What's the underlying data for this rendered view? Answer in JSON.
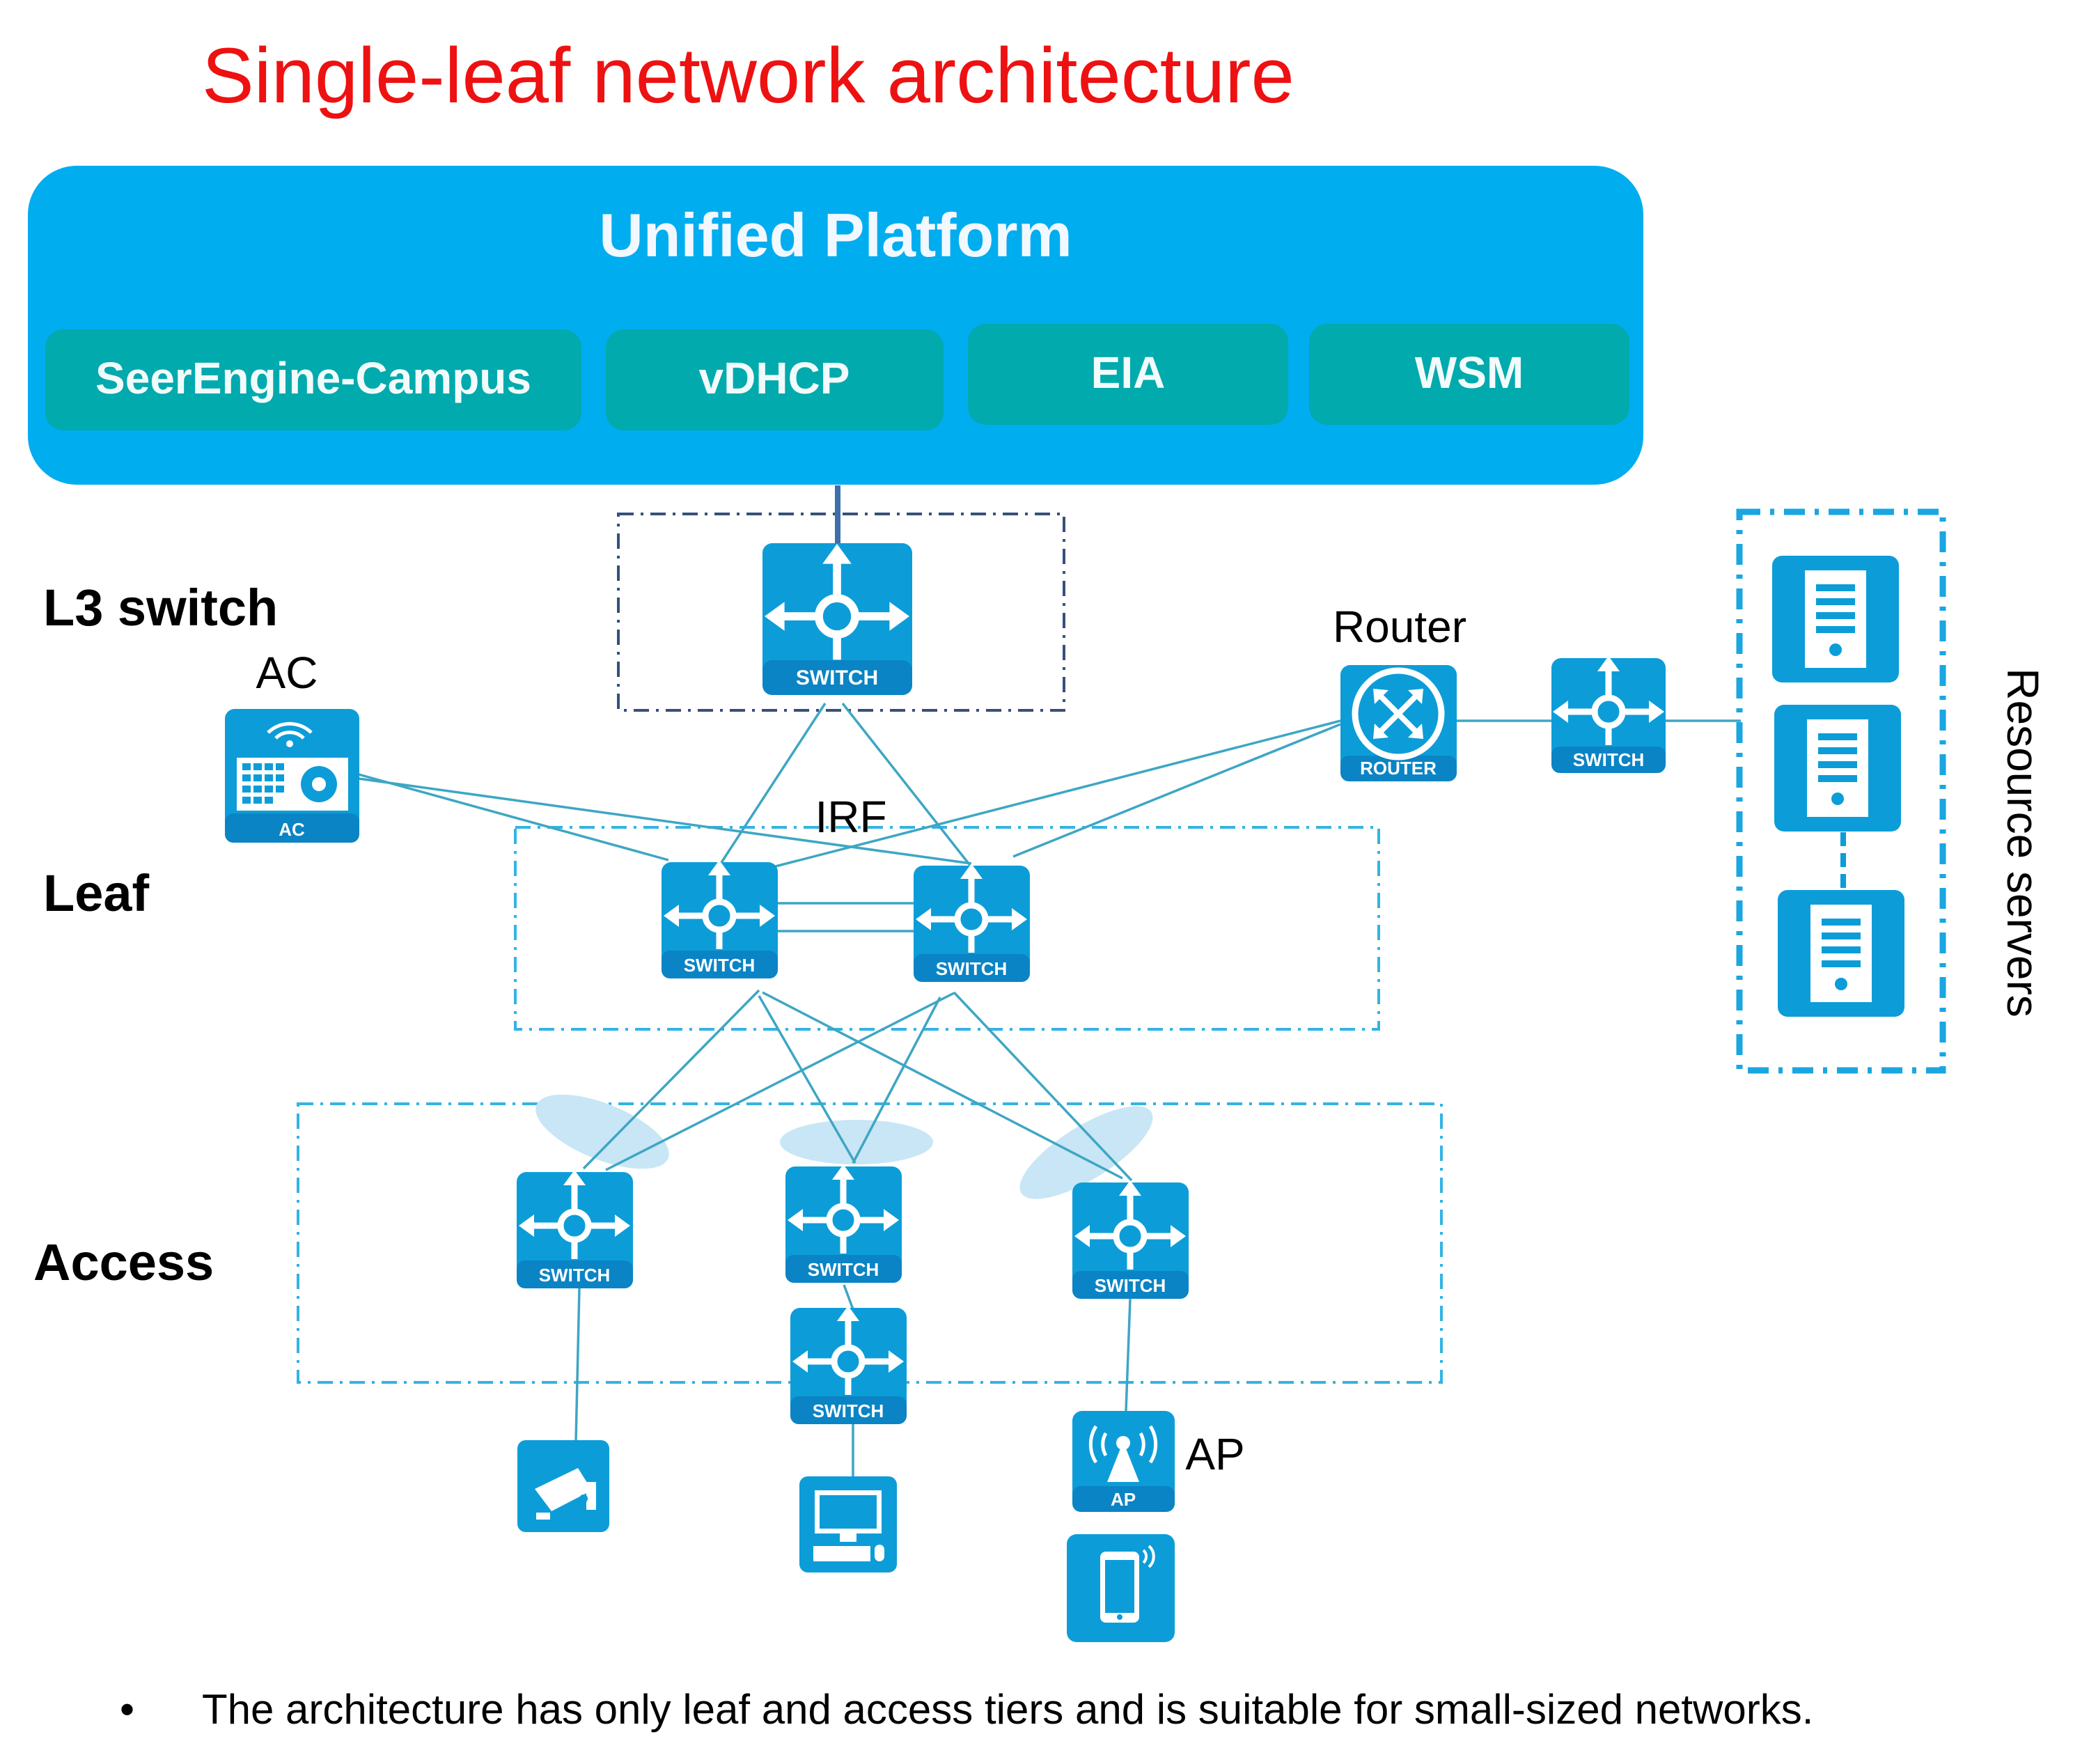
{
  "title": "Single-leaf network architecture",
  "platform": {
    "title": "Unified Platform",
    "modules": [
      "SeerEngine-Campus",
      "vDHCP",
      "EIA",
      "WSM"
    ]
  },
  "tiers": {
    "l3": "L3 switch",
    "leaf": "Leaf",
    "access": "Access"
  },
  "labels": {
    "ac": "AC",
    "router": "Router",
    "irf": "IRF",
    "ap": "AP",
    "resource_servers": "Resource servers"
  },
  "icon_text": {
    "switch": "SWITCH",
    "router": "ROUTER",
    "ac": "AC",
    "ap": "AP"
  },
  "bullet": "The architecture has only leaf and access tiers and is suitable for small-sized networks.",
  "colors": {
    "title": "#ee1111",
    "platform": "#00adef",
    "module": "#00aaad",
    "icon": "#0c9dd8",
    "link": "#3ea6c4",
    "ellipse": "#c8e6f5"
  },
  "icons": {
    "switch": "switch-icon",
    "router": "router-icon",
    "ac": "ac-controller-icon",
    "ap": "access-point-icon",
    "server": "server-icon",
    "camera": "camera-icon",
    "pc": "pc-icon",
    "phone": "phone-icon"
  }
}
